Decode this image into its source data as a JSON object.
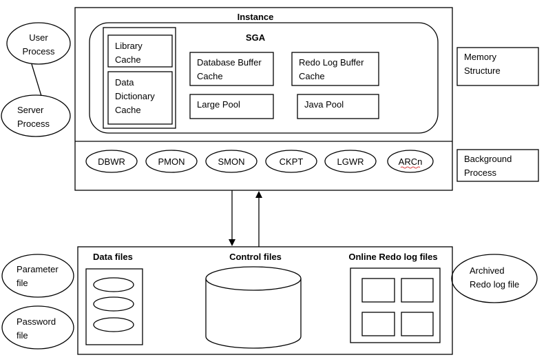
{
  "instance": {
    "title": "Instance",
    "sga": {
      "title": "SGA",
      "library_cache": [
        "Library",
        "Cache"
      ],
      "data_dictionary_cache": [
        "Data",
        "Dictionary",
        "Cache"
      ],
      "database_buffer_cache": [
        "Database Buffer",
        "Cache"
      ],
      "redo_log_buffer_cache": [
        "Redo Log Buffer",
        "Cache"
      ],
      "large_pool": "Large Pool",
      "java_pool": "Java Pool"
    },
    "background_processes": [
      "DBWR",
      "PMON",
      "SMON",
      "CKPT",
      "LGWR",
      "ARCn"
    ]
  },
  "left_ellipses": {
    "user_process": [
      "User",
      "Process"
    ],
    "server_process": [
      "Server",
      "Process"
    ],
    "parameter_file": [
      "Parameter",
      "file"
    ],
    "password_file": [
      "Password",
      "file"
    ]
  },
  "right_labels": {
    "memory_structure": [
      "Memory",
      "Structure"
    ],
    "background_process": [
      "Background",
      "Process"
    ],
    "archived_redo_log_file": [
      "Archived",
      "Redo log file"
    ]
  },
  "database": {
    "data_files": "Data files",
    "control_files": "Control files",
    "online_redo_log_files": "Online Redo log files"
  }
}
